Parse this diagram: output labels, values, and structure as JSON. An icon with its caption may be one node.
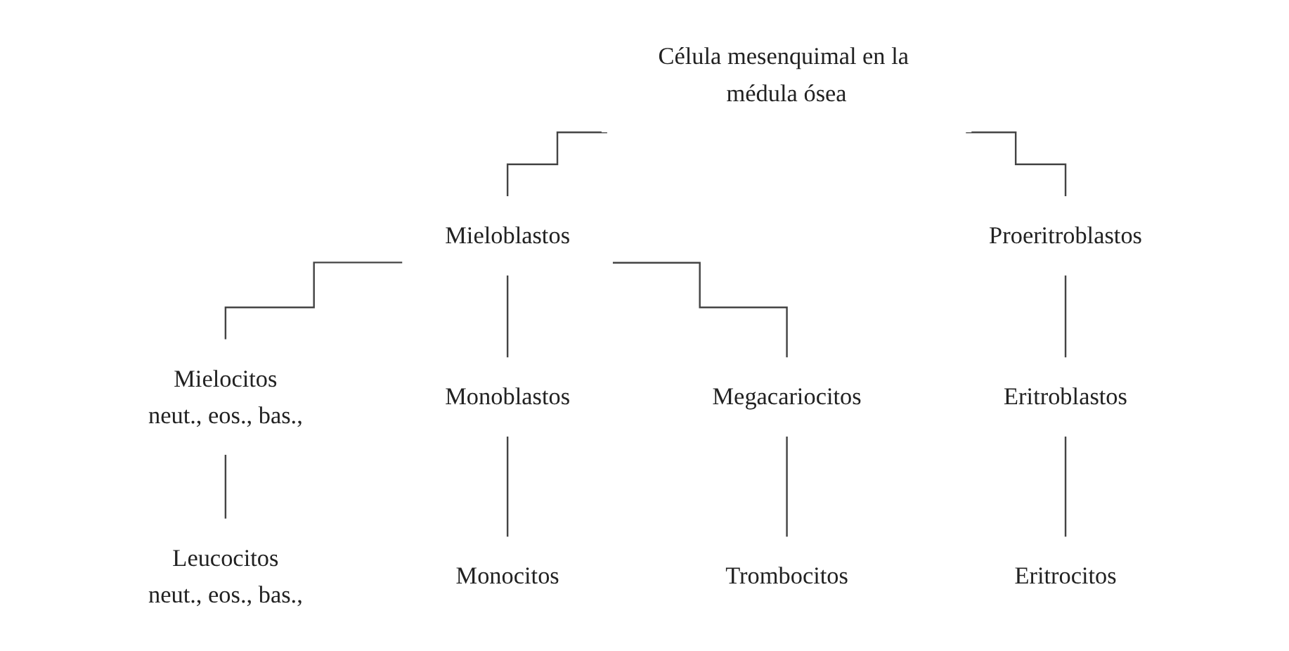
{
  "diagram": {
    "nodes": [
      {
        "text": [
          "Célula mesenquimal en la médula ósea"
        ]
      },
      {
        "text": [
          "Mieloblastos"
        ]
      },
      {
        "text": [
          "Proeritroblastos"
        ]
      },
      {
        "text": [
          "Mielocitos",
          "neut., eos., bas.,"
        ]
      },
      {
        "text": [
          "Monoblastos"
        ]
      },
      {
        "text": [
          "Megacariocitos"
        ]
      },
      {
        "text": [
          "Eritroblastos"
        ]
      },
      {
        "text": [
          "Leucocitos",
          "neut., eos., bas.,"
        ]
      },
      {
        "text": [
          "Monocitos"
        ]
      },
      {
        "text": [
          "Trombocitos"
        ]
      },
      {
        "text": [
          "Eritrocitos"
        ]
      }
    ],
    "edges": [
      {
        "from": 0,
        "to": 1,
        "arrow": "none"
      },
      {
        "from": 0,
        "to": 2,
        "arrow": "none"
      },
      {
        "from": 1,
        "to": 3,
        "arrow": "none"
      },
      {
        "from": 1,
        "to": 4,
        "arrow": "none"
      },
      {
        "from": 1,
        "to": 5,
        "arrow": "none"
      },
      {
        "from": 2,
        "to": 6,
        "arrow": "none"
      },
      {
        "from": 3,
        "to": 7,
        "arrow": "none"
      },
      {
        "from": 4,
        "to": 8,
        "arrow": "none"
      },
      {
        "from": 5,
        "to": 9,
        "arrow": "none"
      },
      {
        "from": 6,
        "to": 10,
        "arrow": "none"
      }
    ]
  }
}
